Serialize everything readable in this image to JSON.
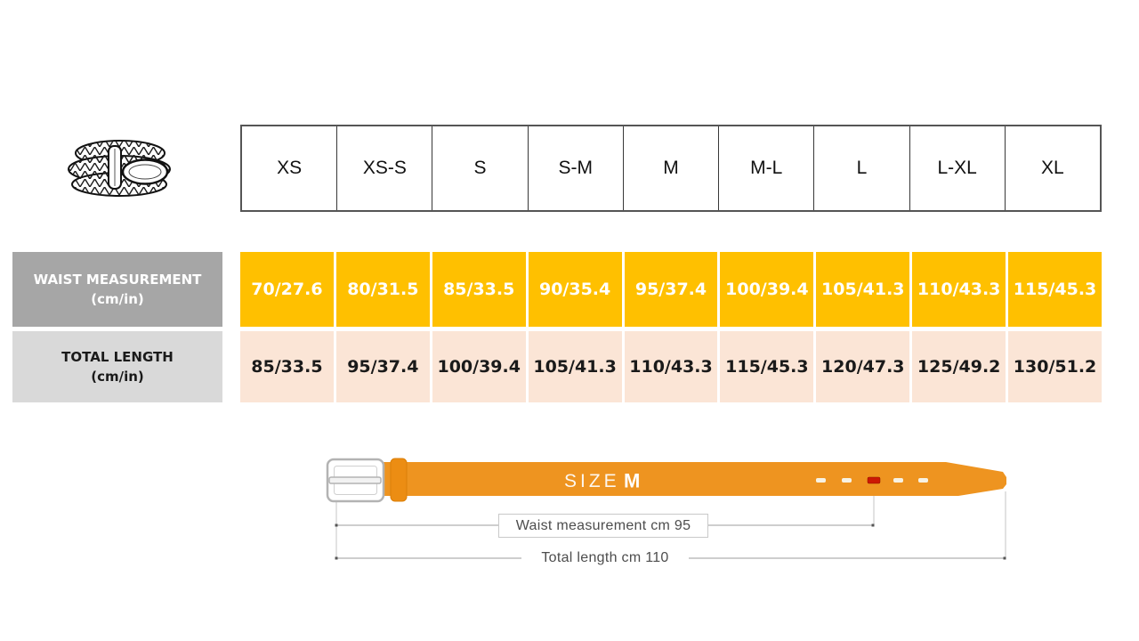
{
  "size_header": {
    "sizes": [
      "XS",
      "XS-S",
      "S",
      "S-M",
      "M",
      "M-L",
      "L",
      "L-XL",
      "XL"
    ]
  },
  "measurements": {
    "waist": {
      "label_line1": "WAIST MEASUREMENT",
      "label_line2": "(cm/in)",
      "values": [
        "70/27.6",
        "80/31.5",
        "85/33.5",
        "90/35.4",
        "95/37.4",
        "100/39.4",
        "105/41.3",
        "110/43.3",
        "115/45.3"
      ]
    },
    "total_length": {
      "label_line1": "TOTAL LENGTH",
      "label_line2": "(cm/in)",
      "values": [
        "85/33.5",
        "95/37.4",
        "100/39.4",
        "105/41.3",
        "110/43.3",
        "115/45.3",
        "120/47.3",
        "125/49.2",
        "130/51.2"
      ]
    }
  },
  "belt_diagram": {
    "size_label": "SIZE",
    "size_value": "M",
    "waist_caption": "Waist measurement cm 95",
    "length_caption": "Total length cm 110"
  },
  "colors": {
    "waist_row_bg": "#FFC000",
    "waist_label_bg": "#A6A6A6",
    "length_row_bg": "#FBE5D6",
    "length_label_bg": "#D9D9D9",
    "belt_orange": "#EE9420",
    "hole_marker_red": "#CC1804"
  },
  "icons": {
    "belt_icon": "braided-belt-icon"
  }
}
